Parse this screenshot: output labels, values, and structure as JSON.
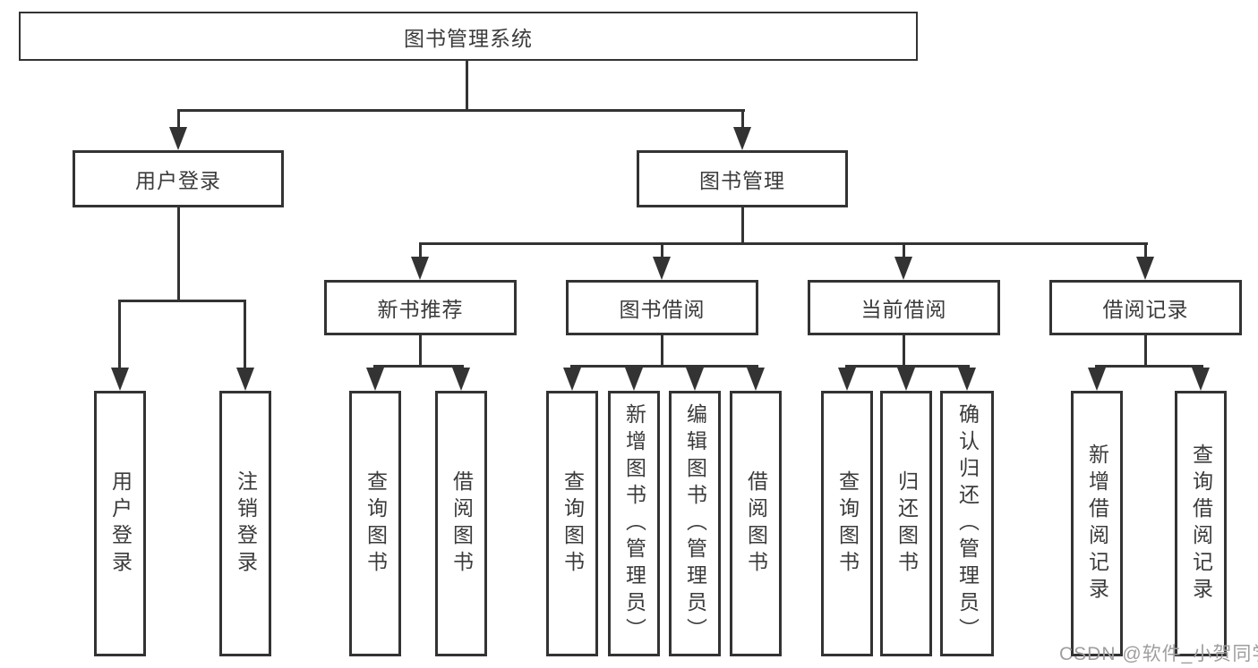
{
  "root": {
    "label": "图书管理系统"
  },
  "branches": [
    {
      "label": "用户登录",
      "children": [
        {
          "label": "用户登录"
        },
        {
          "label": "注销登录"
        }
      ]
    },
    {
      "label": "图书管理",
      "children": [
        {
          "label": "新书推荐",
          "children": [
            {
              "label": "查询图书"
            },
            {
              "label": "借阅图书"
            }
          ]
        },
        {
          "label": "图书借阅",
          "children": [
            {
              "label": "查询图书"
            },
            {
              "label": "新增图书（管理员）"
            },
            {
              "label": "编辑图书（管理员）"
            },
            {
              "label": "借阅图书"
            }
          ]
        },
        {
          "label": "当前借阅",
          "children": [
            {
              "label": "查询图书"
            },
            {
              "label": "归还图书"
            },
            {
              "label": "确认归还（管理员）"
            }
          ]
        },
        {
          "label": "借阅记录",
          "children": [
            {
              "label": "新增借阅记录"
            },
            {
              "label": "查询借阅记录"
            }
          ]
        }
      ]
    }
  ],
  "watermark": {
    "text": "CSDN @软件_小贺同学"
  },
  "colors": {
    "line": "#333333",
    "text": "#3b3b3b",
    "watermark": "#9e9e9e"
  }
}
